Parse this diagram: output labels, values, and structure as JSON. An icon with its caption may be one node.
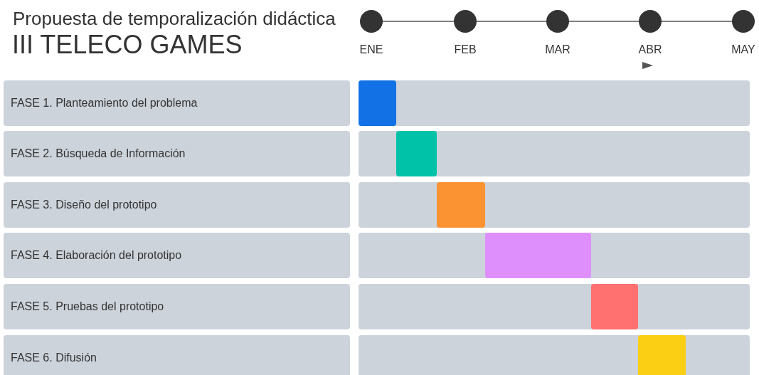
{
  "diagram": {
    "title": "Propuesta de temporalización didáctica",
    "nodes": [
      {
        "text": [],
        "shape": "circle",
        "beside": [
          "ENE"
        ]
      },
      {
        "text": [],
        "shape": "circle",
        "beside": [
          "FEB"
        ]
      },
      {
        "text": [],
        "shape": "circle",
        "beside": [
          "MAR"
        ]
      },
      {
        "text": [],
        "shape": "circle",
        "beside": [
          "ABR"
        ]
      },
      {
        "text": [],
        "shape": "circle",
        "beside": [
          "MAY"
        ]
      },
      {
        "text": [
          "FASE 1. Planteamiento del problema"
        ]
      },
      {
        "text": [],
        "shape": "box"
      },
      {
        "text": [],
        "shape": "bar",
        "in": 6
      },
      {
        "text": [
          "FASE 2. Búsqueda de Información"
        ]
      },
      {
        "text": [],
        "shape": "box"
      },
      {
        "text": [],
        "shape": "bar",
        "in": 9
      },
      {
        "text": [
          "FASE 3. Diseño del prototipo"
        ]
      },
      {
        "text": [],
        "shape": "box"
      },
      {
        "text": [],
        "shape": "bar",
        "in": 12
      },
      {
        "text": [
          "FASE 4. Elaboración del prototipo"
        ]
      },
      {
        "text": [],
        "shape": "box"
      },
      {
        "text": [],
        "shape": "bar",
        "in": 15
      },
      {
        "text": [
          "FASE 5. Pruebas del prototipo"
        ]
      },
      {
        "text": [],
        "shape": "box"
      },
      {
        "text": [],
        "shape": "bar",
        "in": 18
      },
      {
        "text": [
          "FASE 6. Difusión"
        ]
      },
      {
        "text": [],
        "shape": "box"
      },
      {
        "text": [],
        "shape": "bar",
        "in": 21
      }
    ],
    "edges": [
      {
        "from": 0,
        "to": 1,
        "arrow": "none"
      },
      {
        "from": 1,
        "to": 2,
        "arrow": "none"
      },
      {
        "from": 2,
        "to": 3,
        "arrow": "none"
      },
      {
        "from": 3,
        "to": 4,
        "arrow": "none"
      }
    ],
    "labels": [
      "III TELECO GAMES"
    ]
  }
}
